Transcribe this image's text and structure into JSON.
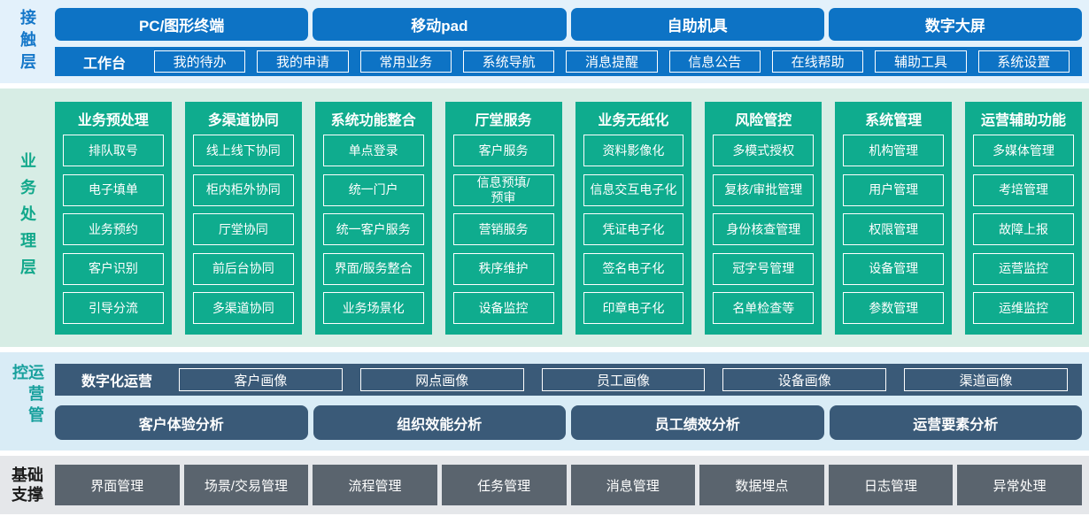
{
  "contact_layer": {
    "label": "接触层",
    "devices": [
      "PC/图形终端",
      "移动pad",
      "自助机具",
      "数字大屏"
    ],
    "workbench": {
      "label": "工作台",
      "items": [
        "我的待办",
        "我的申请",
        "常用业务",
        "系统导航",
        "消息提醒",
        "信息公告",
        "在线帮助",
        "辅助工具",
        "系统设置"
      ]
    }
  },
  "business_layer": {
    "label": "业务处理层",
    "columns": [
      {
        "title": "业务预处理",
        "items": [
          "排队取号",
          "电子填单",
          "业务预约",
          "客户识别",
          "引导分流"
        ]
      },
      {
        "title": "多渠道协同",
        "items": [
          "线上线下协同",
          "柜内柜外协同",
          "厅堂协同",
          "前后台协同",
          "多渠道协同"
        ]
      },
      {
        "title": "系统功能整合",
        "items": [
          "单点登录",
          "统一门户",
          "统一客户服务",
          "界面/服务整合",
          "业务场景化"
        ]
      },
      {
        "title": "厅堂服务",
        "items": [
          "客户服务",
          "信息预填/\n预审",
          "营销服务",
          "秩序维护",
          "设备监控"
        ]
      },
      {
        "title": "业务无纸化",
        "items": [
          "资料影像化",
          "信息交互电子化",
          "凭证电子化",
          "签名电子化",
          "印章电子化"
        ]
      },
      {
        "title": "风险管控",
        "items": [
          "多模式授权",
          "复核/审批管理",
          "身份核查管理",
          "冠字号管理",
          "名单检查等"
        ]
      },
      {
        "title": "系统管理",
        "items": [
          "机构管理",
          "用户管理",
          "权限管理",
          "设备管理",
          "参数管理"
        ]
      },
      {
        "title": "运营辅助功能",
        "items": [
          "多媒体管理",
          "考培管理",
          "故障上报",
          "运营监控",
          "运维监控"
        ]
      }
    ]
  },
  "operations_layer": {
    "label": "运营管控",
    "digital_ops": {
      "label": "数字化运营",
      "items": [
        "客户画像",
        "网点画像",
        "员工画像",
        "设备画像",
        "渠道画像"
      ]
    },
    "analysis": [
      "客户体验分析",
      "组织效能分析",
      "员工绩效分析",
      "运营要素分析"
    ]
  },
  "foundation_layer": {
    "label": "基础\n支撑",
    "items": [
      "界面管理",
      "场景/交易管理",
      "流程管理",
      "任务管理",
      "消息管理",
      "数据埋点",
      "日志管理",
      "异常处理"
    ]
  },
  "colors": {
    "primary_blue": "#0d73c5",
    "green": "#0fac8e",
    "navy": "#3a5a78",
    "gray": "#5a646e",
    "contact_bg": "#e3f1fb",
    "business_bg": "#d7ede5",
    "ops_bg": "#d9ecf6",
    "foundation_bg": "#e5e7ea",
    "label_blue": "#1477c9",
    "label_green": "#12a88b",
    "label_teal": "#18a09d",
    "label_dark": "#1b1b1b"
  }
}
